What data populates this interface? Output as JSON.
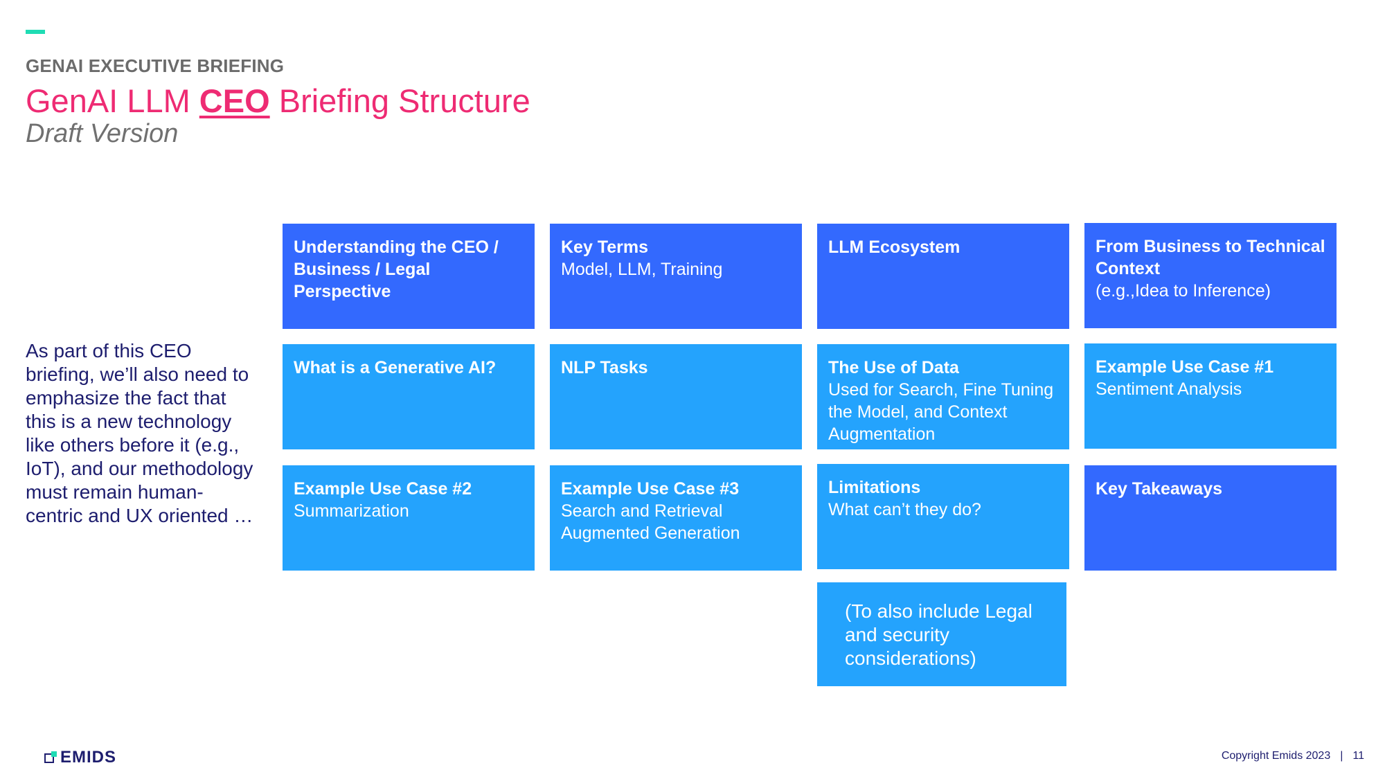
{
  "header": {
    "kicker": "GENAI EXECUTIVE BRIEFING",
    "title_pre": "GenAI LLM ",
    "title_em": "CEO",
    "title_post": " Briefing Structure",
    "subtitle": "Draft Version"
  },
  "side_note": "As part of this CEO briefing, we’ll also need to emphasize the fact that this is a new technology like others before it (e.g., IoT), and our methodology must remain human-centric and UX oriented …",
  "grid": [
    {
      "title": "Understanding the CEO / Business / Legal Perspective",
      "subtitle": "",
      "color": "#3369fe"
    },
    {
      "title": "Key Terms",
      "subtitle": "Model, LLM, Training",
      "color": "#3369fe"
    },
    {
      "title": "LLM Ecosystem",
      "subtitle": "",
      "color": "#3369fe"
    },
    {
      "title": "From Business to Technical Context",
      "subtitle": "(e.g.,Idea to Inference)",
      "color": "#3369fe"
    },
    {
      "title": "What is a Generative AI?",
      "subtitle": "",
      "color": "#24a3fd"
    },
    {
      "title": "NLP Tasks",
      "subtitle": "",
      "color": "#24a3fd"
    },
    {
      "title": "The Use of Data",
      "subtitle": "Used for Search, Fine Tuning the Model, and Context Augmentation",
      "color": "#24a3fd"
    },
    {
      "title": "Example Use Case #1",
      "subtitle": "Sentiment Analysis",
      "color": "#24a3fd"
    },
    {
      "title": "Example Use Case #2",
      "subtitle": "Summarization",
      "color": "#24a3fd"
    },
    {
      "title": "Example Use Case #3",
      "subtitle": "Search and Retrieval Augmented Generation",
      "color": "#24a3fd"
    },
    {
      "title": "Limitations",
      "subtitle": "What can’t they do?",
      "color": "#24a3fd"
    },
    {
      "title": "Key Takeaways",
      "subtitle": "",
      "color": "#3369fe"
    }
  ],
  "note_box": "(To also include Legal and security considerations)",
  "footer": {
    "logo_text": "EMIDS",
    "copyright": "Copyright Emids 2023",
    "separator": "|",
    "page_number": "11"
  }
}
